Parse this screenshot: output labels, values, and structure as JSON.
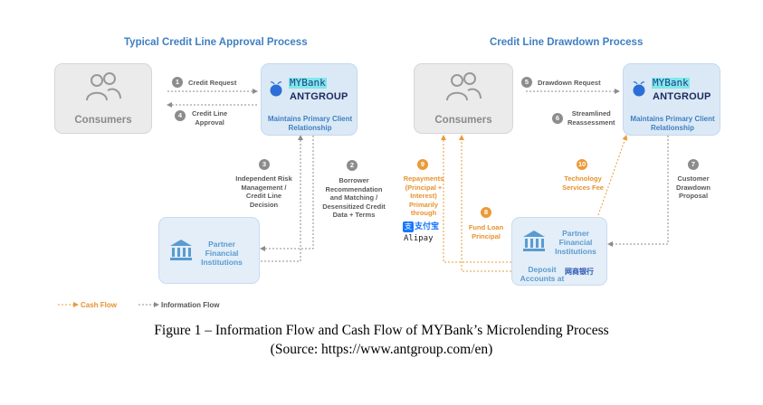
{
  "titles": {
    "left": "Typical Credit Line Approval Process",
    "right": "Credit Line Drawdown Process"
  },
  "nodes": {
    "consumers": "Consumers",
    "mybank_logo": "MYBank",
    "antgroup_logo": "ANTGROUP",
    "mybank_role": "Maintains Primary Client Relationship",
    "partner": "Partner Financial Institutions",
    "deposit": "Deposit Accounts at",
    "deposit_bank_logo": "网商银行"
  },
  "steps": [
    {
      "num": "1",
      "text": "Credit Request"
    },
    {
      "num": "2",
      "text": "Borrower\nRecommendation\nand Matching /\nDesensitized Credit\nData + Terms"
    },
    {
      "num": "3",
      "text": "Independent Risk\nManagement /\nCredit Line\nDecision"
    },
    {
      "num": "4",
      "text": "Credit Line\nApproval"
    },
    {
      "num": "5",
      "text": "Drawdown Request"
    },
    {
      "num": "6",
      "text": "Streamlined\nReassessment"
    },
    {
      "num": "7",
      "text": "Customer\nDrawdown\nProposal"
    },
    {
      "num": "8",
      "text": "Fund Loan\nPrincipal"
    },
    {
      "num": "9",
      "text": "Repayments\n(Principal +\nInterest)\nPrimarily\nthrough"
    },
    {
      "num": "10",
      "text": "Technology\nServices Fee"
    }
  ],
  "alipay": {
    "logo": "支付宝",
    "label": "Alipay"
  },
  "legend": {
    "cash": "Cash Flow",
    "info": "Information Flow"
  },
  "caption": {
    "line1": "Figure 1 – Information Flow and Cash Flow of MYBank’s Microlending Process",
    "line2": "(Source: https://www.antgroup.com/en)"
  },
  "colors": {
    "cash_flow": "#eb9a3a",
    "info_flow": "#8c8c8c",
    "title_blue": "#3f7fc1"
  }
}
